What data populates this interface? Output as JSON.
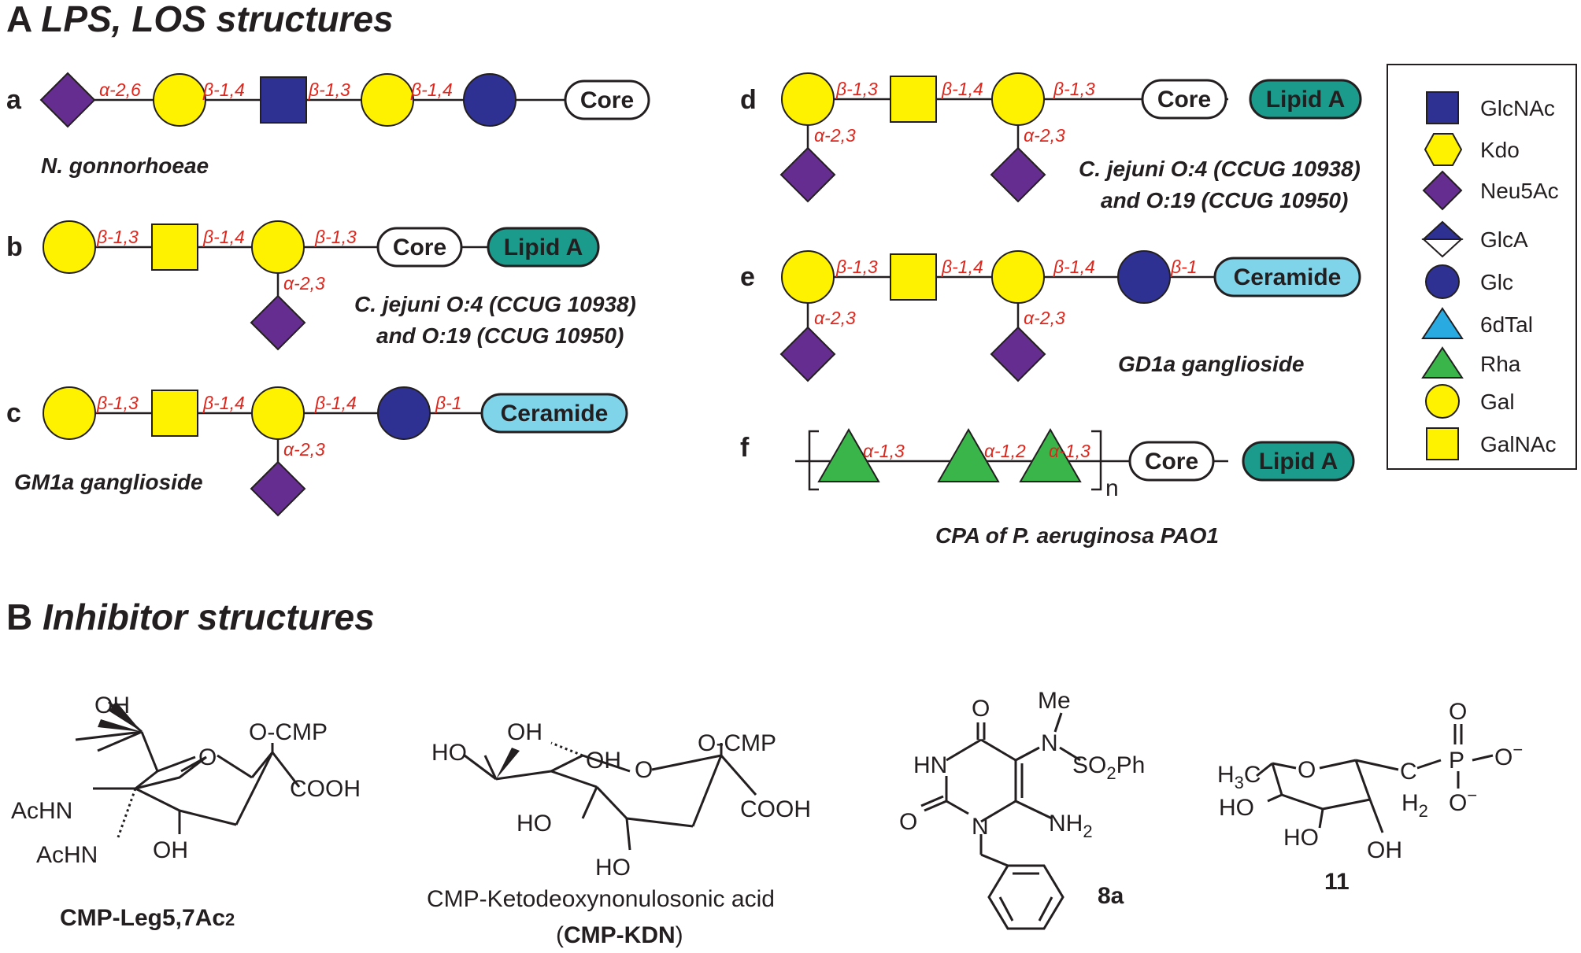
{
  "section_a": {
    "letter": "A",
    "title": "LPS, LOS structures"
  },
  "section_b": {
    "letter": "B",
    "title": "Inhibitor structures"
  },
  "row_labels": {
    "a": "a",
    "b": "b",
    "c": "c",
    "d": "d",
    "e": "e",
    "f": "f"
  },
  "links": {
    "a": [
      "α-2,6",
      "β-1,4",
      "β-1,3",
      "β-1,4"
    ],
    "b": [
      "β-1,3",
      "β-1,4",
      "β-1,3",
      "α-2,3"
    ],
    "c": [
      "β-1,3",
      "β-1,4",
      "β-1,4",
      "β-1",
      "α-2,3"
    ],
    "d": [
      "β-1,3",
      "β-1,4",
      "β-1,3",
      "α-2,3",
      "α-2,3"
    ],
    "e": [
      "β-1,3",
      "β-1,4",
      "β-1,4",
      "β-1",
      "α-2,3",
      "α-2,3"
    ],
    "f": [
      "α-1,3",
      "α-1,2",
      "α-1,3"
    ]
  },
  "pills": {
    "core": "Core",
    "lipid_a": "Lipid A",
    "ceramide": "Ceramide"
  },
  "repeat_subscript": "n",
  "captions": {
    "a": "N. gonnorhoeae",
    "b_line1": "C. jejuni O:4 (CCUG 10938)",
    "b_line2": "and O:19 (CCUG 10950)",
    "c": "GM1a ganglioside",
    "d_line1": "C. jejuni O:4 (CCUG 10938)",
    "d_line2": "and O:19 (CCUG 10950)",
    "e": "GD1a ganglioside",
    "f": "CPA of P. aeruginosa PAO1"
  },
  "legend": [
    {
      "label": "GlcNAc",
      "shape": "square",
      "color": "#2e3192"
    },
    {
      "label": "Kdo",
      "shape": "hexagon",
      "color": "#fff200"
    },
    {
      "label": "Neu5Ac",
      "shape": "diamond",
      "color": "#662d91"
    },
    {
      "label": "GlcA",
      "shape": "half-diamond",
      "color": "#2e3192"
    },
    {
      "label": "Glc",
      "shape": "circle",
      "color": "#2e3192"
    },
    {
      "label": "6dTal",
      "shape": "triangle",
      "color": "#29abe2"
    },
    {
      "label": "Rha",
      "shape": "triangle",
      "color": "#39b54a"
    },
    {
      "label": "Gal",
      "shape": "circle",
      "color": "#fff200"
    },
    {
      "label": "GalNAc",
      "shape": "square",
      "color": "#fff200"
    }
  ],
  "colors": {
    "gal_yellow": "#fff200",
    "glc_blue": "#2e3192",
    "neu5ac_purple": "#662d91",
    "rha_green": "#39b54a",
    "lipid_teal": "#1a9b8c",
    "ceramide_cyan": "#7fd4ea",
    "link_red": "#e0261c",
    "ink": "#231f20"
  },
  "inhibitors": {
    "leg": {
      "name_main": "CMP-Leg5,7Ac",
      "name_sub": "2",
      "oh_top": "OH",
      "ocmp": "O-CMP",
      "cooh": "COOH",
      "achn1": "AcHN",
      "achn2": "AcHN",
      "oh_bottom": "OH",
      "ring_o": "O"
    },
    "kdn": {
      "name_line1": "CMP-Ketodeoxynonulosonic acid",
      "name_open": "(",
      "name_bold": "CMP-KDN",
      "name_close": ")",
      "ho_left": "HO",
      "oh_top": "OH",
      "oh_mid": "OH",
      "ocmp": "O-CMP",
      "cooh": "COOH",
      "ho_ring": "HO",
      "ho_bottom": "HO",
      "ring_o": "O"
    },
    "c8a": {
      "label": "8a",
      "o_top": "O",
      "me": "Me",
      "n_side": "N",
      "so2ph_a": "SO",
      "so2ph_sub": "2",
      "so2ph_b": "Ph",
      "hn": "HN",
      "o_left": "O",
      "n_ring": "N",
      "nh2_a": "NH",
      "nh2_sub": "2"
    },
    "c11": {
      "label": "11",
      "h3c_a": "H",
      "h3c_sub": "3",
      "h3c_b": "C",
      "ring_o": "O",
      "c_link": "C",
      "h2_a": "H",
      "h2_sub": "2",
      "p": "P",
      "o_top": "O",
      "o_right": "O",
      "o_bottom": "O",
      "minus": "−",
      "ho1": "HO",
      "ho2": "HO",
      "oh": "OH"
    }
  }
}
